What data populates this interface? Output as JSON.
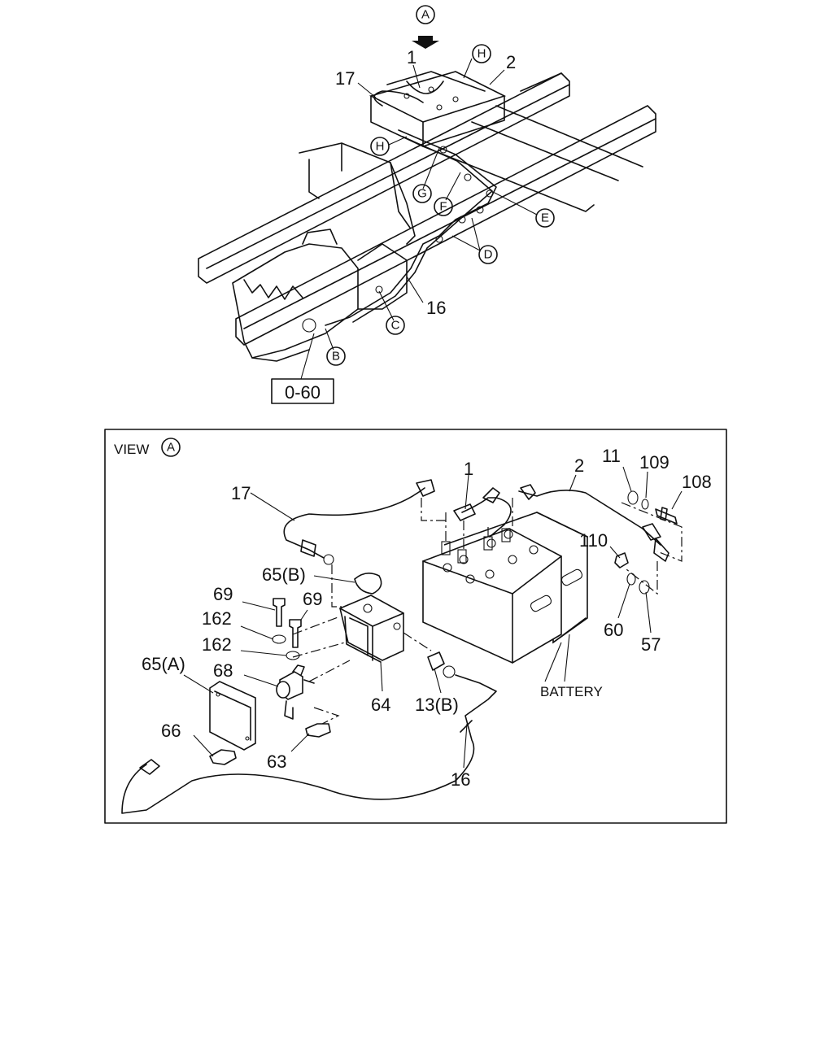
{
  "top": {
    "view_marker": "A",
    "callout_letters": {
      "H1": "H",
      "H2": "H",
      "G": "G",
      "F": "F",
      "E": "E",
      "D": "D",
      "C": "C",
      "B": "B"
    },
    "part_numbers": {
      "p1": "1",
      "p2": "2",
      "p17": "17",
      "p16": "16"
    },
    "ref_box": "0-60"
  },
  "view": {
    "title": "VIEW",
    "marker": "A",
    "labels": {
      "l17": "17",
      "l1": "1",
      "l2": "2",
      "l11": "11",
      "l109": "109",
      "l108": "108",
      "l110": "110",
      "l60": "60",
      "l57": "57",
      "l65b": "65(B)",
      "l69a": "69",
      "l69b": "69",
      "l162a": "162",
      "l162b": "162",
      "l65a": "65(A)",
      "l68": "68",
      "l64": "64",
      "l13b": "13(B)",
      "l66": "66",
      "l63": "63",
      "l16": "16"
    },
    "battery_label": "BATTERY"
  }
}
